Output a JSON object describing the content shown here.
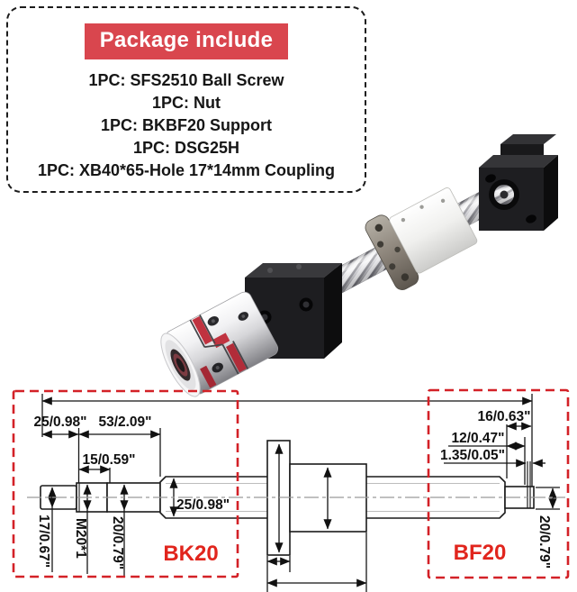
{
  "colors": {
    "accent_red": "#d9464e",
    "dashed_border_red": "#d32127",
    "label_red": "#e1251d",
    "ink": "#161616"
  },
  "package_box": {
    "title": "Package include",
    "items": [
      "1PC: SFS2510 Ball Screw",
      "1PC: Nut",
      "1PC: BKBF20 Support",
      "1PC: DSG25H",
      "1PC: XB40*65-Hole 17*14mm Coupling"
    ]
  },
  "diagram": {
    "bk20_label": "BK20",
    "bf20_label": "BF20",
    "dims": {
      "end_len": "25/0.98\"",
      "step_len": "53/2.09\"",
      "thread_len": "15/0.59\"",
      "end_dia": "17/0.67\"",
      "thread_spec": "M20*1",
      "journal_dia": "20/0.79\"",
      "screw_dia": "25/0.98\"",
      "bf_end_len": "16/0.63\"",
      "bf_journal_len": "12/0.47\"",
      "groove_width": "1.35/0.05\"",
      "bf_journal_dia": "20/0.79\""
    }
  }
}
